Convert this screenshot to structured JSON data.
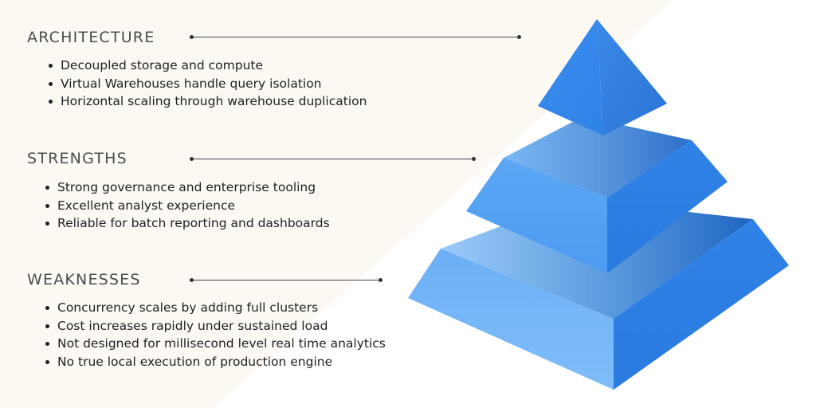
{
  "sections": [
    {
      "title": "ARCHITECTURE",
      "items": [
        "Decoupled storage and compute",
        "Virtual Warehouses handle query isolation",
        "Horizontal scaling through warehouse duplication"
      ]
    },
    {
      "title": "STRENGTHS",
      "items": [
        "Strong governance and enterprise tooling",
        "Excellent analyst experience",
        "Reliable for batch reporting and dashboards"
      ]
    },
    {
      "title": "WEAKNESSES",
      "items": [
        "Concurrency scales by adding full clusters",
        "Cost increases rapidly under sustained load",
        "Not designed for millisecond level real time analytics",
        "No true local execution of production engine"
      ]
    }
  ],
  "colors": {
    "background_panel": "#fcf9f3",
    "pyramid_light": "#8ec4f8",
    "pyramid_mid": "#3f8ee8",
    "pyramid_dark": "#1f6fd0"
  }
}
